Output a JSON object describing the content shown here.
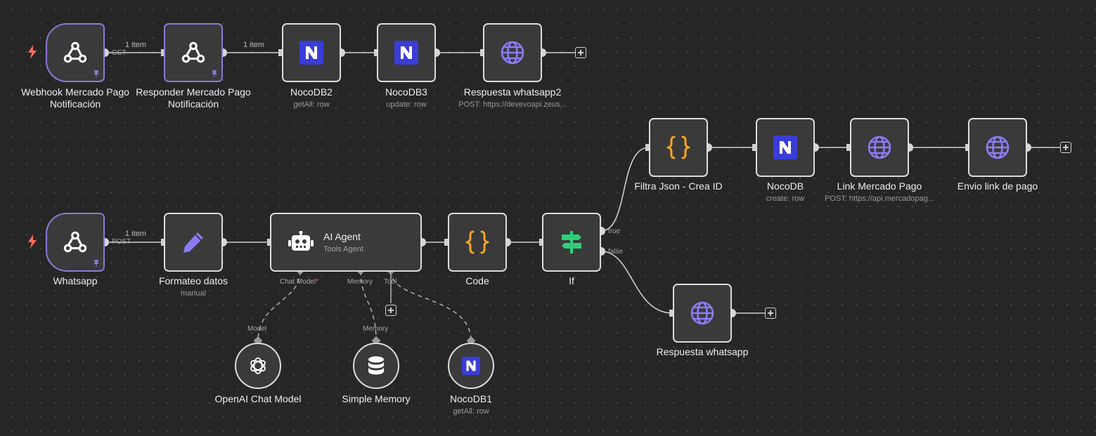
{
  "nodes": {
    "webhook_mp": {
      "label": "Webhook Mercado Pago Notificación",
      "port_label": "GET",
      "icon": "webhook-icon"
    },
    "responder_mp": {
      "label": "Responder Mercado Pago Notificación",
      "icon": "webhook-icon"
    },
    "nocodb2": {
      "label": "NocoDB2",
      "sublabel": "getAll: row",
      "icon": "nocodb-icon"
    },
    "nocodb3": {
      "label": "NocoDB3",
      "sublabel": "update: row",
      "icon": "nocodb-icon"
    },
    "respuesta_whatsapp2": {
      "label": "Respuesta whatsapp2",
      "sublabel": "POST: https://devevoapi.zeus...",
      "icon": "globe-icon"
    },
    "filtra_json": {
      "label": "Filtra Json - Crea ID",
      "icon": "code-braces-icon"
    },
    "nocodb": {
      "label": "NocoDB",
      "sublabel": "create: row",
      "icon": "nocodb-icon"
    },
    "link_mp": {
      "label": "Link Mercado Pago",
      "sublabel": "POST: https://api.mercadopag...",
      "icon": "globe-icon"
    },
    "envio_link": {
      "label": "Envio link de pago",
      "icon": "globe-icon"
    },
    "whatsapp": {
      "label": "Whatsapp",
      "port_label": "POST",
      "icon": "webhook-icon"
    },
    "formateo": {
      "label": "Formateo datos",
      "sublabel": "manual",
      "icon": "pencil-icon"
    },
    "ai_agent": {
      "title": "AI Agent",
      "subtitle": "Tools Agent",
      "icon": "robot-icon",
      "ports": {
        "chat_model": "Chat Model",
        "required_mark": "*",
        "memory": "Memory",
        "tool": "Tool"
      }
    },
    "code": {
      "label": "Code",
      "icon": "code-braces-icon"
    },
    "if": {
      "label": "If",
      "true_label": "true",
      "false_label": "false",
      "icon": "signpost-icon"
    },
    "respuesta_whatsapp": {
      "label": "Respuesta whatsapp",
      "icon": "globe-icon"
    },
    "openai": {
      "label": "OpenAI Chat Model",
      "port_label": "Model",
      "icon": "openai-icon"
    },
    "memory": {
      "label": "Simple Memory",
      "port_label": "Memory",
      "icon": "database-icon"
    },
    "nocodb1": {
      "label": "NocoDB1",
      "sublabel": "getAll: row",
      "icon": "nocodb-icon"
    }
  },
  "edges": {
    "webhook_to_responder": "1 item",
    "responder_to_nocodb2": "1 item",
    "whatsapp_to_formateo": "1 item"
  },
  "colors": {
    "canvas": "#262626",
    "node_border": "#dcdcdc",
    "trigger_border": "#8a7ad6",
    "webhook_icon": "#ffffff",
    "globe_icon": "#8b7cf6",
    "code_icon": "#f5a623",
    "signpost_icon": "#2fcf7a",
    "nocodb_icon": "#3a3dd6",
    "bolt": "#ff6b5b",
    "pencil": "#8b7cf6"
  }
}
